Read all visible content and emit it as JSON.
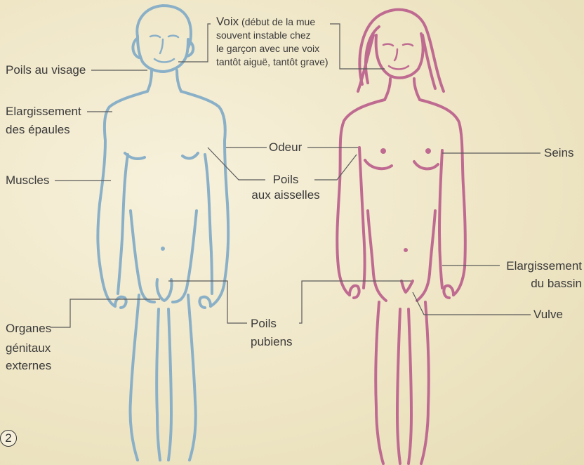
{
  "colors": {
    "male": "#8ab0c8",
    "female": "#bf6b91",
    "line": "#5a5a5a"
  },
  "labels": {
    "poils_visage": "Poils au visage",
    "elargissement_epaules_1": "Elargissement",
    "elargissement_epaules_2": "des épaules",
    "muscles": "Muscles",
    "voix_title": "Voix",
    "voix_1": "(début de la mue",
    "voix_2": "souvent instable chez",
    "voix_3": "le garçon avec une voix",
    "voix_4": "tantôt aiguë, tantôt grave)",
    "odeur": "Odeur",
    "poils_aisselles_1": "Poils",
    "poils_aisselles_2": "aux aisselles",
    "seins": "Seins",
    "elargissement_bassin_1": "Elargissement",
    "elargissement_bassin_2": "du bassin",
    "vulve": "Vulve",
    "poils_pubiens_1": "Poils",
    "poils_pubiens_2": "pubiens",
    "organes_1": "Organes",
    "organes_2": "génitaux",
    "organes_3": "externes",
    "figure_number": "2"
  }
}
